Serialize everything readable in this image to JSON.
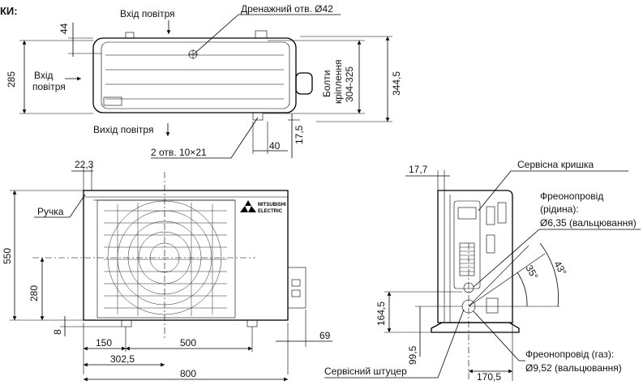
{
  "corner_label": "КИ:",
  "top_view": {
    "air_in_top": "Вхід повітря",
    "drain_hole": "Дренажний отв. Ø42",
    "air_in_left_1": "Вхід",
    "air_in_left_2": "повітря",
    "air_out": "Вихід повітря",
    "holes": "2 отв. 10×21",
    "bolts_1": "Болти",
    "bolts_2": "кріплення",
    "bolts_3": "304-325",
    "dim_44": "44",
    "dim_285": "285",
    "dim_344_5": "344,5",
    "dim_17_5": "17,5",
    "dim_40": "40"
  },
  "front_view": {
    "handle": "Ручка",
    "dim_22_3": "22,3",
    "dim_550": "550",
    "dim_280": "280",
    "dim_8": "8",
    "dim_150": "150",
    "dim_500": "500",
    "dim_69": "69",
    "dim_302_5": "302,5",
    "dim_800": "800",
    "brand_1": "MITSUBISHI",
    "brand_2": "ELECTRIC"
  },
  "side_view": {
    "dim_17_7": "17,7",
    "service_cover": "Сервісна кришка",
    "liquid_1": "Фреонопровід",
    "liquid_2": "(рідина):",
    "liquid_3": "Ø6,35 (вальцювання)",
    "angle_35": "35°",
    "angle_43": "43°",
    "dim_164_5": "164,5",
    "dim_99_5": "99,5",
    "dim_170_5": "170,5",
    "gas_1": "Фреонопровід (газ):",
    "gas_2": "Ø9,52 (вальцювання)",
    "service_port": "Сервісний штуцер"
  }
}
